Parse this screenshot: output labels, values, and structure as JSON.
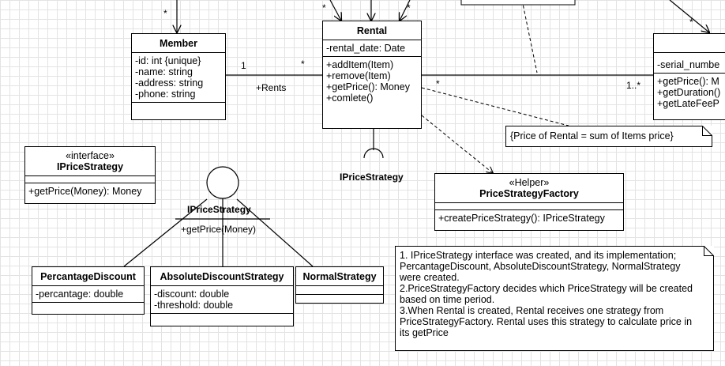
{
  "diagram": {
    "member": {
      "name": "Member",
      "attributes": [
        "-id: int {unique}",
        "-name: string",
        "-address: string",
        "-phone: string"
      ]
    },
    "rental": {
      "name": "Rental",
      "attributes": [
        "-rental_date: Date"
      ],
      "operations": [
        "+addItem(Item)",
        "+remove(Item)",
        "+getPrice(): Money",
        "+comlete()"
      ]
    },
    "item": {
      "attributes": [
        "-serial_numbe"
      ],
      "operations": [
        "+getPrice(): M",
        "+getDuration()",
        "+getLateFeeP"
      ]
    },
    "iprice_interface": {
      "stereotype": "«interface»",
      "name": "IPriceStrategy",
      "operations": [
        "+getPrice(Money): Money"
      ]
    },
    "factory": {
      "stereotype": "«Helper»",
      "name": "PriceStrategyFactory",
      "operations": [
        "+createPriceStrategy(): IPriceStrategy"
      ]
    },
    "percentage": {
      "name": "PercantageDiscount",
      "attributes": [
        "-percantage: double"
      ]
    },
    "absolute": {
      "name": "AbsoluteDiscountStrategy",
      "attributes": [
        "-discount: double",
        "-threshold: double"
      ]
    },
    "normal": {
      "name": "NormalStrategy"
    },
    "lollipop": {
      "name": "IPriceStrategy",
      "operation": "+getPrice(Money)"
    },
    "socket_label": "IPriceStrategy",
    "assoc": {
      "member_mult": "1",
      "rental_mult": "*",
      "label": "+Rents",
      "rental_item_mult": "*",
      "item_mult": "1..*"
    },
    "top_mults": {
      "member_top": "*",
      "rental_top_left": "*",
      "rental_top_right": "*",
      "item_top": "*"
    },
    "note_price": "{Price of Rental = sum of Items price}",
    "note_explain": [
      "1. IPriceStrategy interface was created, and its implementation; PercantageDiscount, AbsoluteDiscountStrategy, NormalStrategy were created.",
      "2.PriceStrategyFactory decides which PriceStrategy will be created based on time period.",
      "3.When Rental is created, Rental receives one strategy from PriceStrategyFactory. Rental uses this strategy to calculate price in its getPrice"
    ]
  }
}
